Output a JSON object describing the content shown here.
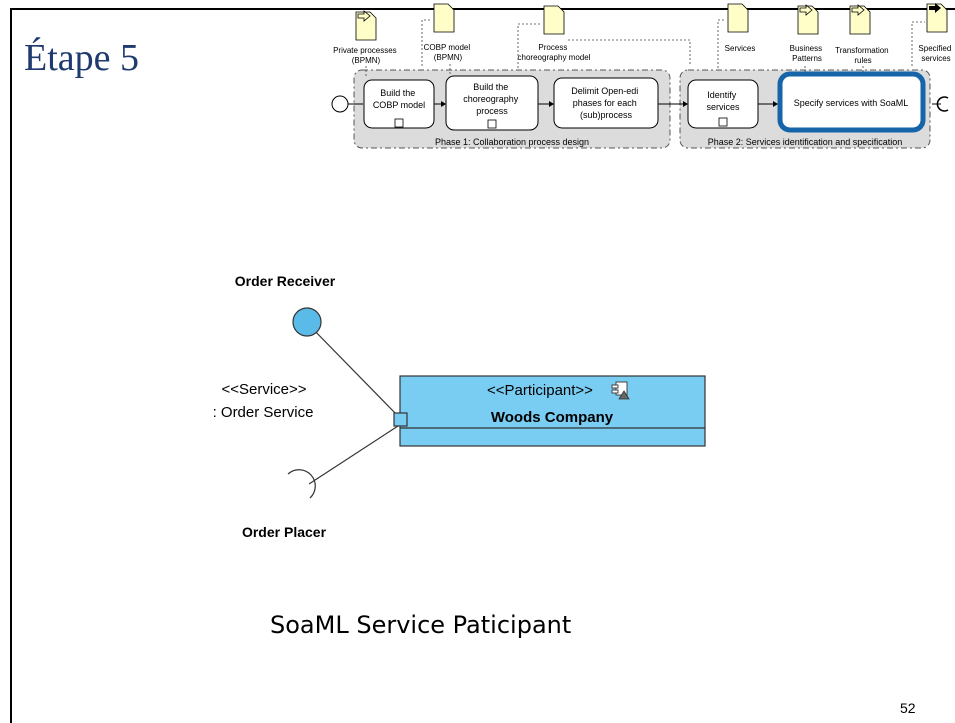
{
  "slide": {
    "title": "Étape 5",
    "caption": "SoaML Service Paticipant",
    "page_number": "52"
  },
  "process_diagram": {
    "inputs": {
      "private_processes": [
        "Private processes",
        "(BPMN)"
      ],
      "cobp_model": [
        "COBP model",
        "(BPMN)"
      ],
      "process_choreography": [
        "Process",
        "choreography model"
      ],
      "services": [
        "Services"
      ],
      "business_patterns": [
        "Business",
        "Patterns"
      ],
      "transformation_rules": [
        "Transformation",
        "rules"
      ],
      "specified_services": [
        "Specified",
        "services"
      ]
    },
    "tasks": {
      "build_cobp": [
        "Build the",
        "COBP model"
      ],
      "build_choreography": [
        "Build the",
        "choreography",
        "process"
      ],
      "delimit_phases": [
        "Delimit Open-edi",
        "phases for each",
        "(sub)process"
      ],
      "identify_services": [
        "Identify",
        "services"
      ],
      "specify_services": [
        "Specify services with SoaML"
      ]
    },
    "phases": {
      "phase1": "Phase 1: Collaboration process design",
      "phase2": "Phase 2: Services identification and specification"
    },
    "highlight_color": "#1565a8"
  },
  "soaml_diagram": {
    "provided_interface": "Order Receiver",
    "required_interface": "Order Placer",
    "service_stereotype": "<<Service>>",
    "service_name": ": Order Service",
    "participant_stereotype": "<<Participant>>",
    "participant_name": "Woods Company",
    "fill_color": "#79cdf2",
    "provided_color": "#5bbbe8",
    "participant_icon": "component-icon"
  }
}
